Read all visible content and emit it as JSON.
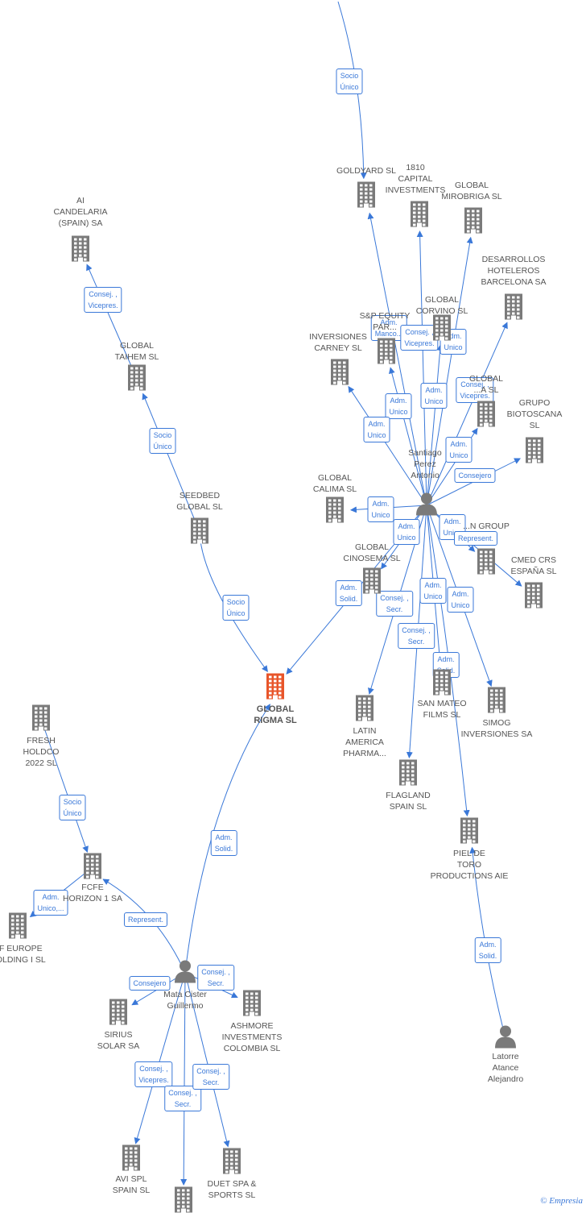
{
  "colors": {
    "company": "#7a7a7a",
    "focus": "#e8552a",
    "person": "#7a7a7a",
    "edge": "#3a78d8"
  },
  "brand": "© Empresia",
  "nodes": [
    {
      "id": "goldyard",
      "label": "GOLDYARD SL",
      "type": "company"
    },
    {
      "id": "1810",
      "label": "1810\nCAPITAL\nINVESTMENTS",
      "type": "company"
    },
    {
      "id": "mirobriga",
      "label": "GLOBAL\nMIROBRIGA SL",
      "type": "company"
    },
    {
      "id": "candelaria",
      "label": "AI\nCANDELARIA\n(SPAIN) SA",
      "type": "company"
    },
    {
      "id": "hoteleros",
      "label": "DESARROLLOS\nHOTELEROS\nBARCELONA SA",
      "type": "company"
    },
    {
      "id": "corvino",
      "label": "GLOBAL\nCORVINO SL",
      "type": "company"
    },
    {
      "id": "sp_equity",
      "label": "S&P EQUITY\nPAR...",
      "type": "company"
    },
    {
      "id": "carney",
      "label": "INVERSIONES\nCARNEY SL",
      "type": "company"
    },
    {
      "id": "taihem",
      "label": "GLOBAL\nTAIHEM SL",
      "type": "company"
    },
    {
      "id": "global_a",
      "label": "GLOBAL\n...A SL",
      "type": "company"
    },
    {
      "id": "biotoscana",
      "label": "GRUPO\nBIOTOSCANA\nSL",
      "type": "company"
    },
    {
      "id": "seedbed",
      "label": "SEEDBED\nGLOBAL SL",
      "type": "company"
    },
    {
      "id": "calima",
      "label": "GLOBAL\nCALIMA SL",
      "type": "company"
    },
    {
      "id": "n_group",
      "label": "...N GROUP",
      "type": "company"
    },
    {
      "id": "cinosema",
      "label": "GLOBAL\nCINOSEMA SL",
      "type": "company"
    },
    {
      "id": "cmed",
      "label": "CMED CRS\nESPAÑA SL",
      "type": "company"
    },
    {
      "id": "rigma",
      "label": "GLOBAL\nRIGMA SL",
      "type": "focus"
    },
    {
      "id": "fresh",
      "label": "FRESH\nHOLDCO\n2022 SL",
      "type": "company"
    },
    {
      "id": "latin",
      "label": "LATIN\nAMERICA\nPHARMA...",
      "type": "company"
    },
    {
      "id": "sanmateo",
      "label": "SAN MATEO\nFILMS SL",
      "type": "company"
    },
    {
      "id": "simog",
      "label": "SIMOG\nINVERSIONES SA",
      "type": "company"
    },
    {
      "id": "flagland",
      "label": "FLAGLAND\nSPAIN SL",
      "type": "company"
    },
    {
      "id": "pieltoro",
      "label": "PIEL DE\nTORO\nPRODUCTIONS AIE",
      "type": "company"
    },
    {
      "id": "fcfe",
      "label": "FCFE\nHORIZON 1 SA",
      "type": "company"
    },
    {
      "id": "cfeurope",
      "label": "CF EUROPE\nHOLDING I SL",
      "type": "company"
    },
    {
      "id": "sirius",
      "label": "SIRIUS\nSOLAR SA",
      "type": "company"
    },
    {
      "id": "ashmore",
      "label": "ASHMORE\nINVESTMENTS\nCOLOMBIA SL",
      "type": "company"
    },
    {
      "id": "avi",
      "label": "AVI SPL\nSPAIN SL",
      "type": "company"
    },
    {
      "id": "duet",
      "label": "DUET SPA &\nSPORTS SL",
      "type": "company"
    },
    {
      "id": "bottom",
      "label": "",
      "type": "company"
    },
    {
      "id": "santiago",
      "label": "Santiago\nPerez\nAntonio",
      "type": "person"
    },
    {
      "id": "mata",
      "label": "Mata Cister\nGuillermo",
      "type": "person"
    },
    {
      "id": "latorre",
      "label": "Latorre\nAtance\nAlejandro",
      "type": "person"
    }
  ],
  "edges": [
    {
      "from": "top",
      "to": "goldyard",
      "label": "Socio\nÚnico"
    },
    {
      "from": "taihem",
      "to": "candelaria",
      "label": "Consej. ,\nVicepres."
    },
    {
      "from": "seedbed",
      "to": "taihem",
      "label": "Socio\nÚnico"
    },
    {
      "from": "seedbed",
      "to": "rigma",
      "label": "Socio\nÚnico"
    },
    {
      "from": "santiago",
      "to": "goldyard",
      "label": "Adm.\nManco..."
    },
    {
      "from": "santiago",
      "to": "1810",
      "label": "Consej. ,\nVicepres."
    },
    {
      "from": "santiago",
      "to": "mirobriga",
      "label": "Adm.\nUnico"
    },
    {
      "from": "santiago",
      "to": "corvino",
      "label": "Adm.\nUnico"
    },
    {
      "from": "santiago",
      "to": "sp_equity",
      "label": "Adm.\nUnico"
    },
    {
      "from": "santiago",
      "to": "carney",
      "label": "Adm.\nUnico"
    },
    {
      "from": "santiago",
      "to": "hoteleros",
      "label": "Consej. ,\nVicepres."
    },
    {
      "from": "santiago",
      "to": "global_a",
      "label": "Adm.\nUnico"
    },
    {
      "from": "santiago",
      "to": "biotoscana",
      "label": "Consejero"
    },
    {
      "from": "santiago",
      "to": "calima",
      "label": "Adm.\nUnico"
    },
    {
      "from": "santiago",
      "to": "cinosema",
      "label": "Adm.\nUnico"
    },
    {
      "from": "santiago",
      "to": "n_group",
      "label": "Adm.\nUnico"
    },
    {
      "from": "santiago",
      "to": "cmed",
      "label": "Represent."
    },
    {
      "from": "santiago",
      "to": "rigma",
      "label": "Adm.\nSolid."
    },
    {
      "from": "santiago",
      "to": "latin",
      "label": "Consej. ,\nSecr."
    },
    {
      "from": "santiago",
      "to": "sanmateo",
      "label": "Adm.\nUnico"
    },
    {
      "from": "santiago",
      "to": "simog",
      "label": "Adm.\nUnico"
    },
    {
      "from": "santiago",
      "to": "flagland",
      "label": "Consej. ,\nSecr."
    },
    {
      "from": "santiago",
      "to": "pieltoro",
      "label": "Adm.\nSolid."
    },
    {
      "from": "fresh",
      "to": "fcfe",
      "label": "Socio\nÚnico"
    },
    {
      "from": "fcfe",
      "to": "cfeurope",
      "label": "Adm.\nUnico,..."
    },
    {
      "from": "mata",
      "to": "fcfe",
      "label": "Represent."
    },
    {
      "from": "mata",
      "to": "rigma",
      "label": "Adm.\nSolid."
    },
    {
      "from": "mata",
      "to": "sirius",
      "label": "Consejero"
    },
    {
      "from": "mata",
      "to": "ashmore",
      "label": "Consej. ,\nSecr."
    },
    {
      "from": "mata",
      "to": "avi",
      "label": "Consej. ,\nVicepres."
    },
    {
      "from": "mata",
      "to": "bottom",
      "label": "Consej. ,\nSecr."
    },
    {
      "from": "mata",
      "to": "duet",
      "label": "Consej. ,\nSecr."
    },
    {
      "from": "latorre",
      "to": "pieltoro",
      "label": "Adm.\nSolid."
    }
  ]
}
